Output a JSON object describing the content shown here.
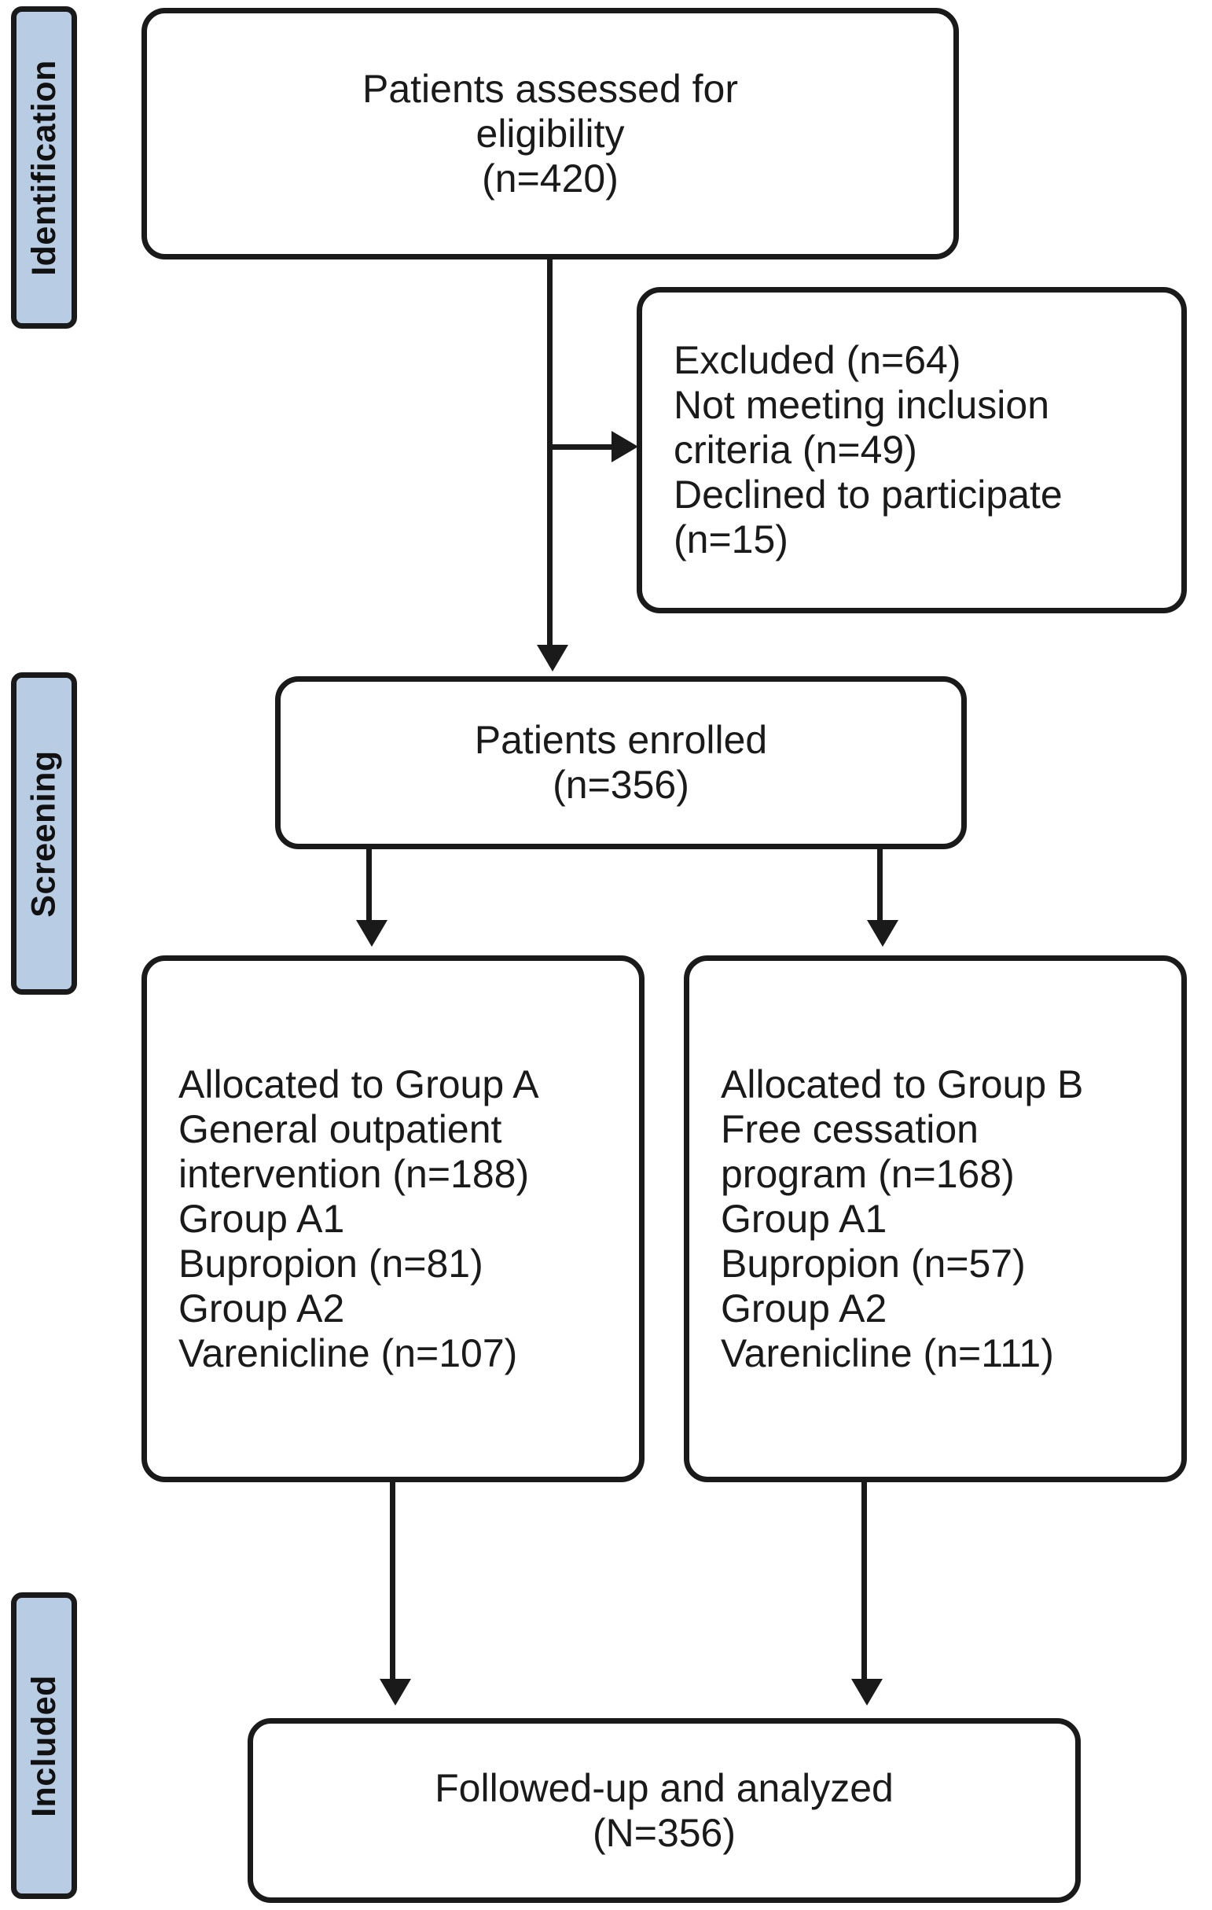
{
  "diagram": {
    "title": "CONSORT patient flow diagram",
    "accent_color": "#b8cce4",
    "line_color": "#1a1a1a",
    "box_fill": "#ffffff"
  },
  "stages": [
    {
      "id": "identification",
      "label": "Identification"
    },
    {
      "id": "screening",
      "label": "Screening"
    },
    {
      "id": "included",
      "label": "Included"
    }
  ],
  "boxes": {
    "assessed": {
      "id": "assessed-for-eligibility",
      "lines": [
        "Patients assessed for",
        "eligibility",
        "(n=420)"
      ],
      "count": 420
    },
    "excluded": {
      "id": "excluded",
      "lines": [
        "Excluded (n=64)",
        "Not meeting inclusion",
        "criteria (n=49)",
        "Declined to participate",
        "(n=15)"
      ],
      "total": 64,
      "not_meeting_criteria": 49,
      "declined": 15
    },
    "enrolled": {
      "id": "patients-enrolled",
      "lines": [
        "Patients enrolled",
        "(n=356)"
      ],
      "count": 356
    },
    "group_a": {
      "id": "allocated-group-a",
      "lines": [
        "Allocated to Group A",
        "General outpatient",
        "intervention (n=188)",
        "Group A1",
        "Bupropion (n=81)",
        "Group A2",
        "Varenicline (n=107)"
      ],
      "allocated": 188,
      "bupropion": 81,
      "varenicline": 107
    },
    "group_b": {
      "id": "allocated-group-b",
      "lines": [
        "Allocated to Group B",
        "Free cessation",
        "program (n=168)",
        "Group A1",
        "Bupropion (n=57)",
        "Group A2",
        "Varenicline (n=111)"
      ],
      "allocated": 168,
      "bupropion": 57,
      "varenicline": 111
    },
    "analyzed": {
      "id": "followed-up-and-analyzed",
      "lines": [
        "Followed-up and analyzed",
        "(N=356)"
      ],
      "count": 356
    }
  }
}
